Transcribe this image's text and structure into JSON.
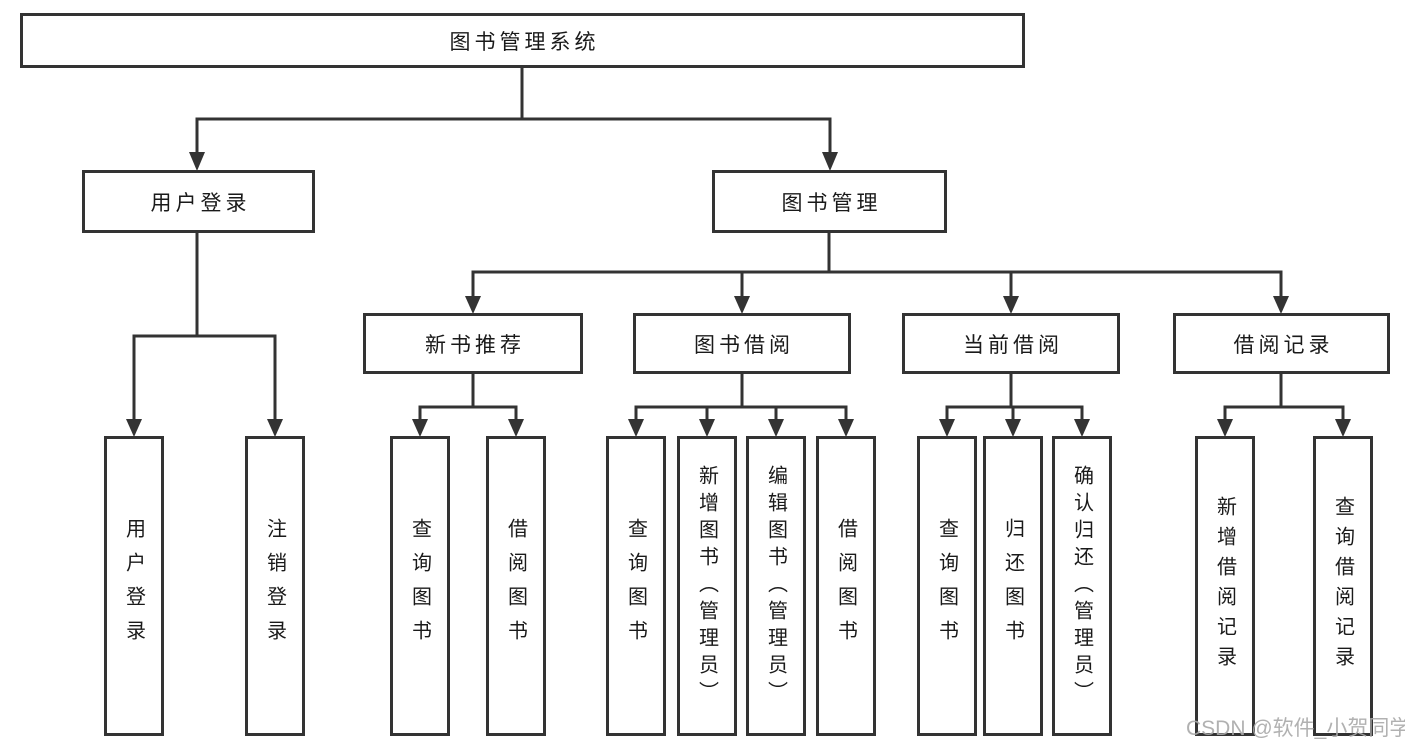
{
  "diagram": {
    "root": {
      "label": "图书管理系统"
    },
    "level2": {
      "user_login": {
        "label": "用户登录"
      },
      "book_management": {
        "label": "图书管理"
      }
    },
    "level3": {
      "new_book_recommend": {
        "label": "新书推荐"
      },
      "book_borrowing": {
        "label": "图书借阅"
      },
      "current_borrowing": {
        "label": "当前借阅"
      },
      "borrowing_records": {
        "label": "借阅记录"
      }
    },
    "leaves": {
      "user_login": {
        "label": "用户登录"
      },
      "logout": {
        "label": "注销登录"
      },
      "recommend_query_books": {
        "label": "查询图书"
      },
      "recommend_borrow_books": {
        "label": "借阅图书"
      },
      "borrowing_query_books": {
        "label": "查询图书"
      },
      "borrowing_add_books": {
        "label": "新增图书（管理员）"
      },
      "borrowing_edit_books": {
        "label": "编辑图书（管理员）"
      },
      "borrowing_borrow_books": {
        "label": "借阅图书"
      },
      "current_query_books": {
        "label": "查询图书"
      },
      "current_return_books": {
        "label": "归还图书"
      },
      "current_confirm_return": {
        "label": "确认归还（管理员）"
      },
      "records_add_record": {
        "label": "新增借阅记录"
      },
      "records_query_record": {
        "label": "查询借阅记录"
      }
    }
  },
  "watermark": {
    "text": "CSDN @软件_小贺同学"
  },
  "colors": {
    "line": "#333333",
    "text": "#1a1a1a",
    "watermark": "#a8a8a8",
    "background": "#ffffff"
  }
}
